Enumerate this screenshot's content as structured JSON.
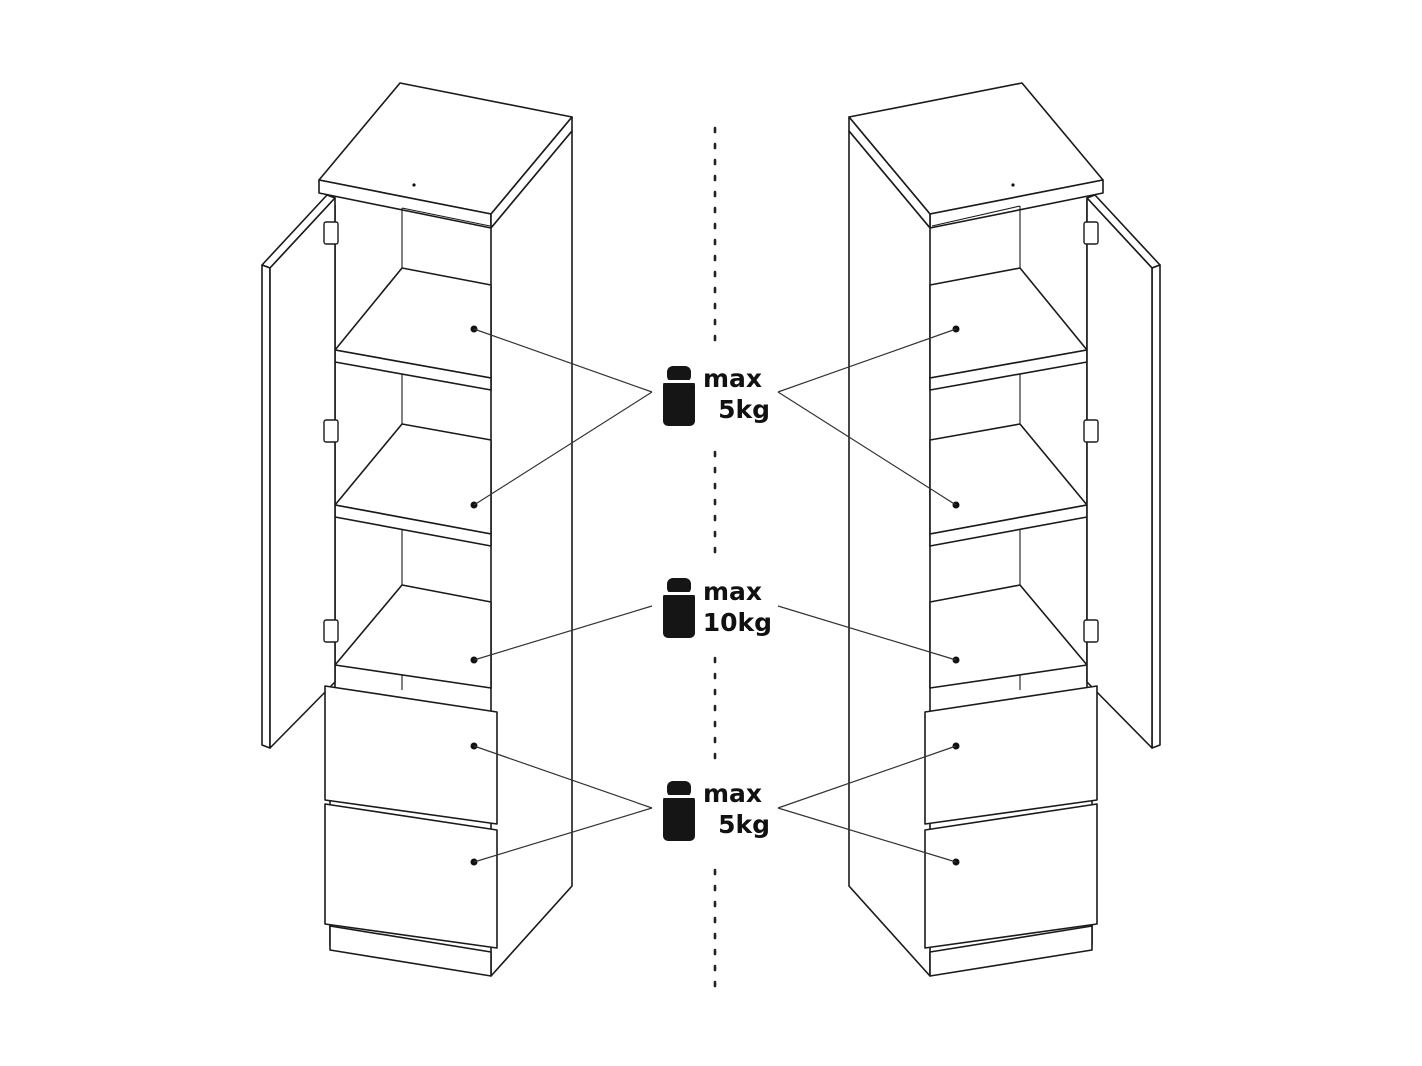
{
  "labels": {
    "shelves": {
      "line1": "max",
      "line2": "5kg"
    },
    "bottom_shelf": {
      "line1": "max",
      "line2": "10kg"
    },
    "drawers": {
      "line1": "max",
      "line2": "5kg"
    }
  },
  "icons": {
    "weight": "weight-icon"
  },
  "colors": {
    "ink": "#111111",
    "background": "#ffffff"
  }
}
